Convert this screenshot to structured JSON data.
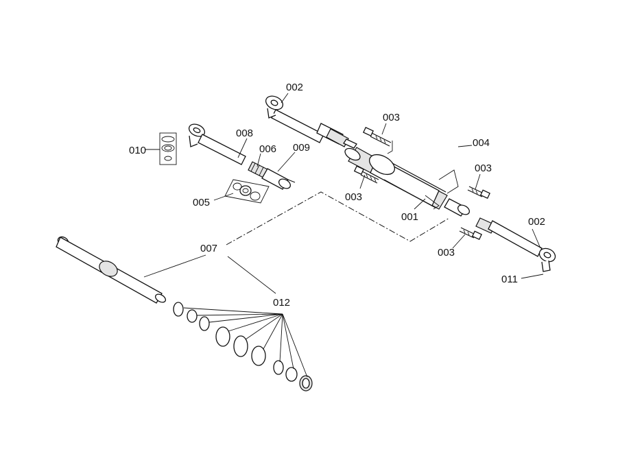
{
  "diagram": {
    "callouts": [
      {
        "id": "001",
        "text": "001"
      },
      {
        "id": "002_upper",
        "text": "002"
      },
      {
        "id": "002_lower",
        "text": "002"
      },
      {
        "id": "003_top",
        "text": "003"
      },
      {
        "id": "003_left",
        "text": "003"
      },
      {
        "id": "003_right",
        "text": "003"
      },
      {
        "id": "003_bottom",
        "text": "003"
      },
      {
        "id": "004",
        "text": "004"
      },
      {
        "id": "005",
        "text": "005"
      },
      {
        "id": "006",
        "text": "006"
      },
      {
        "id": "007",
        "text": "007"
      },
      {
        "id": "008",
        "text": "008"
      },
      {
        "id": "009",
        "text": "009"
      },
      {
        "id": "010",
        "text": "010"
      },
      {
        "id": "011",
        "text": "011"
      },
      {
        "id": "012",
        "text": "012"
      }
    ]
  }
}
